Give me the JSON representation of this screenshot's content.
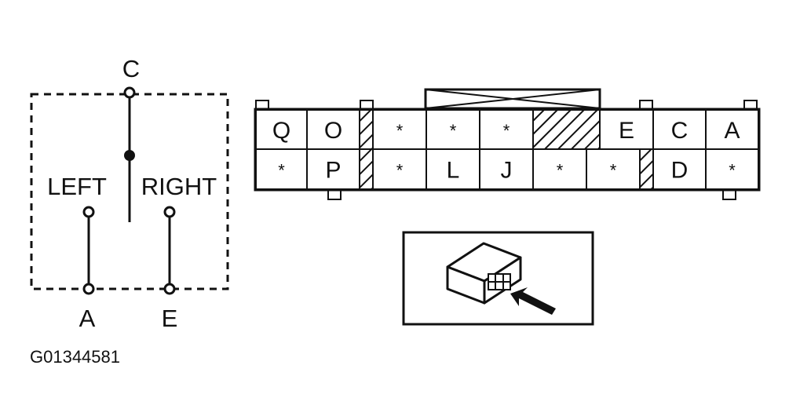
{
  "switch": {
    "terminal_top": "C",
    "left_label": "LEFT",
    "right_label": "RIGHT",
    "terminal_left": "A",
    "terminal_right": "E"
  },
  "figure_code": "G01344581",
  "connector": {
    "top_row": [
      "Q",
      "O",
      "",
      "*",
      "*",
      "*",
      "",
      "E",
      "C",
      "A"
    ],
    "bottom_row": [
      "*",
      "P",
      "",
      "*",
      "L",
      "J",
      "*",
      "*",
      "",
      "D",
      "*"
    ]
  },
  "inset": {
    "arrow_icon": "arrow-icon",
    "connector_icon": "connector-icon"
  },
  "colors": {
    "ink": "#111111",
    "background": "#ffffff"
  }
}
